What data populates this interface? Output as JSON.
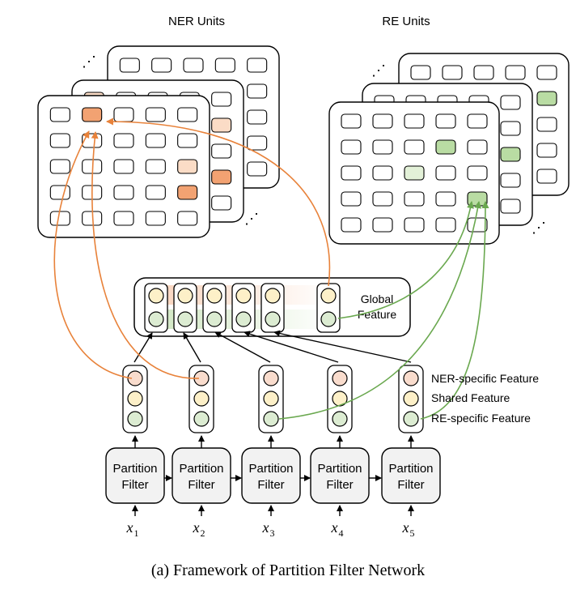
{
  "headers": {
    "ner_units": "NER Units",
    "re_units": "RE Units"
  },
  "global_feature": {
    "line1": "Global",
    "line2": "Feature"
  },
  "legend": {
    "ner": "NER-specific Feature",
    "shared": "Shared Feature",
    "re": "RE-specific Feature"
  },
  "partition_filter": {
    "line1": "Partition",
    "line2": "Filter"
  },
  "inputs": [
    {
      "base": "x",
      "sub": "1"
    },
    {
      "base": "x",
      "sub": "2"
    },
    {
      "base": "x",
      "sub": "3"
    },
    {
      "base": "x",
      "sub": "4"
    },
    {
      "base": "x",
      "sub": "5"
    }
  ],
  "ellipsis": "⋰",
  "caption": "(a) Framework of Partition Filter Network",
  "colors": {
    "ner_fill": "#f9dccd",
    "shared_fill": "#fdf0c8",
    "re_fill": "#dcecd2",
    "ner_arrow": "#e8823a",
    "re_arrow": "#6aa84f",
    "ner_highlight": "#f2a272",
    "ner_highlight_light": "#fbdcc6",
    "re_highlight": "#b9dca3",
    "re_highlight_light": "#e3f1d8",
    "node_fill": "#f2f2f2",
    "stroke": "#000000"
  }
}
